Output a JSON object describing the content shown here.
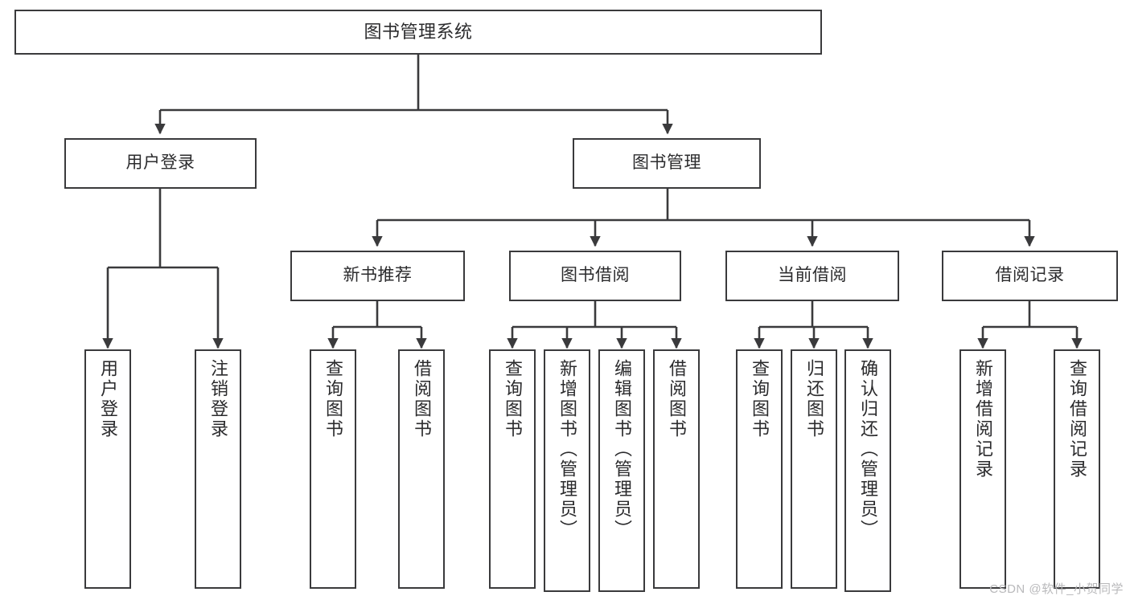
{
  "diagram": {
    "title": "图书管理系统",
    "watermark": "CSDN @软件_小贺同学",
    "line_color": "#3a3a3c",
    "text_color": "#2b2b2d",
    "background": "#ffffff",
    "root": {
      "label": "图书管理系统"
    },
    "level2": [
      {
        "id": "user-login",
        "label": "用户登录"
      },
      {
        "id": "book-manage",
        "label": "图书管理"
      }
    ],
    "level3": [
      {
        "id": "new-book-recommend",
        "label": "新书推荐"
      },
      {
        "id": "book-borrow",
        "label": "图书借阅"
      },
      {
        "id": "current-borrow",
        "label": "当前借阅"
      },
      {
        "id": "borrow-record",
        "label": "借阅记录"
      }
    ],
    "leaves": {
      "user_login": [
        {
          "id": "leaf-user-login",
          "label": "用户登录"
        },
        {
          "id": "leaf-user-logout",
          "label": "注销登录"
        }
      ],
      "new_book_recommend": [
        {
          "id": "leaf-query-book-1",
          "label": "查询图书"
        },
        {
          "id": "leaf-borrow-book-1",
          "label": "借阅图书"
        }
      ],
      "book_borrow": [
        {
          "id": "leaf-query-book-2",
          "label": "查询图书"
        },
        {
          "id": "leaf-add-book",
          "label": "新增图书（管理员）"
        },
        {
          "id": "leaf-edit-book",
          "label": "编辑图书（管理员）"
        },
        {
          "id": "leaf-borrow-book-2",
          "label": "借阅图书"
        }
      ],
      "current_borrow": [
        {
          "id": "leaf-query-book-3",
          "label": "查询图书"
        },
        {
          "id": "leaf-return-book",
          "label": "归还图书"
        },
        {
          "id": "leaf-confirm-return",
          "label": "确认归还（管理员）"
        }
      ],
      "borrow_record": [
        {
          "id": "leaf-add-record",
          "label": "新增借阅记录"
        },
        {
          "id": "leaf-query-record",
          "label": "查询借阅记录"
        }
      ]
    }
  }
}
